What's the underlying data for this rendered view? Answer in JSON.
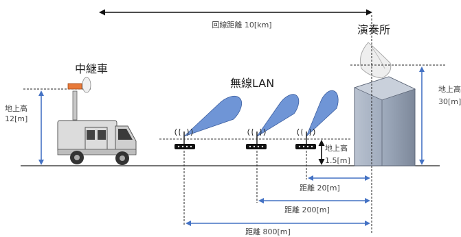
{
  "labels": {
    "line_distance": "回線距離 10[km]",
    "venue": "演奏所",
    "relay_car": "中継車",
    "wireless_lan": "無線LAN",
    "car_height_title": "地上高",
    "car_height_value": "12[m]",
    "ap_height_title": "地上高",
    "ap_height_value": "1.5[m]",
    "venue_height_title": "地上高",
    "venue_height_value": "30[m]",
    "dist_20": "距離 20[m]",
    "dist_200": "距離 200[m]",
    "dist_800": "距離 800[m]"
  },
  "colors": {
    "arrow_blue": "#4472c4",
    "beam_blue": "#6f95d6",
    "building_gray": "#9aa6b8",
    "truck_gray": "#dcdcdc",
    "mast_orange": "#e87a3a"
  }
}
